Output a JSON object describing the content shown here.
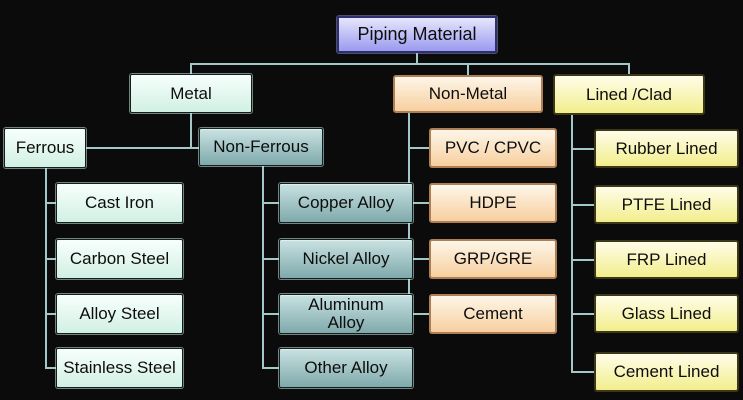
{
  "diagram": {
    "title": "Piping Material",
    "colors": {
      "background": "#0b0b0b",
      "line": "#a3c8c8",
      "root_fill_top": "#e6e6fc",
      "root_fill_bottom": "#9a9af0",
      "root_border": "#2e2e72",
      "mint_fill_top": "#f7fffc",
      "mint_fill_bottom": "#d2f0e4",
      "mint_border": "#10201c",
      "teal_fill_top": "#c9e2e2",
      "teal_fill_bottom": "#7fa9ab",
      "teal_border": "#10201c",
      "peach_fill_top": "#fdf6e8",
      "peach_fill_bottom": "#f7cf9f",
      "peach_border": "#ae7f55",
      "yellow_fill_top": "#fffde9",
      "yellow_fill_bottom": "#f2ee8c",
      "yellow_border": "#3c3716"
    },
    "nodes": {
      "root": "Piping Material",
      "metal": "Metal",
      "non_metal": "Non-Metal",
      "lined_clad": "Lined /Clad",
      "ferrous": "Ferrous",
      "non_ferrous": "Non-Ferrous"
    },
    "ferrous_children": [
      "Cast Iron",
      "Carbon Steel",
      "Alloy Steel",
      "Stainless Steel"
    ],
    "non_ferrous_children": [
      "Copper Alloy",
      "Nickel Alloy",
      "Aluminum\nAlloy",
      "Other Alloy"
    ],
    "non_metal_children": [
      "PVC / CPVC",
      "HDPE",
      "GRP/GRE",
      "Cement"
    ],
    "lined_clad_children": [
      "Rubber Lined",
      "PTFE Lined",
      "FRP Lined",
      "Glass Lined",
      "Cement Lined"
    ]
  }
}
